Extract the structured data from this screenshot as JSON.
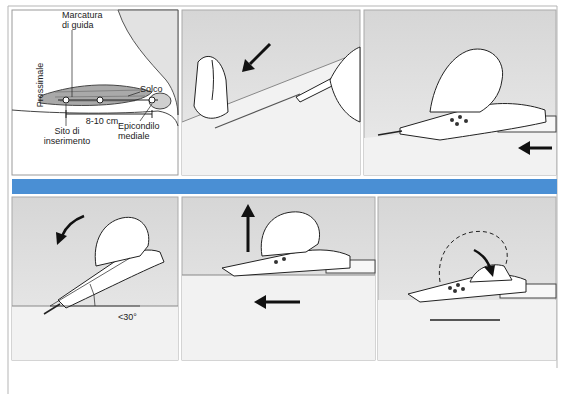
{
  "diagram": {
    "labels": [
      "Marcatura di guida",
      "Prossimale",
      "Solco",
      "8-10 cm",
      "Sito di inserimento",
      "Epicondilo mediale",
      "<30°"
    ]
  }
}
